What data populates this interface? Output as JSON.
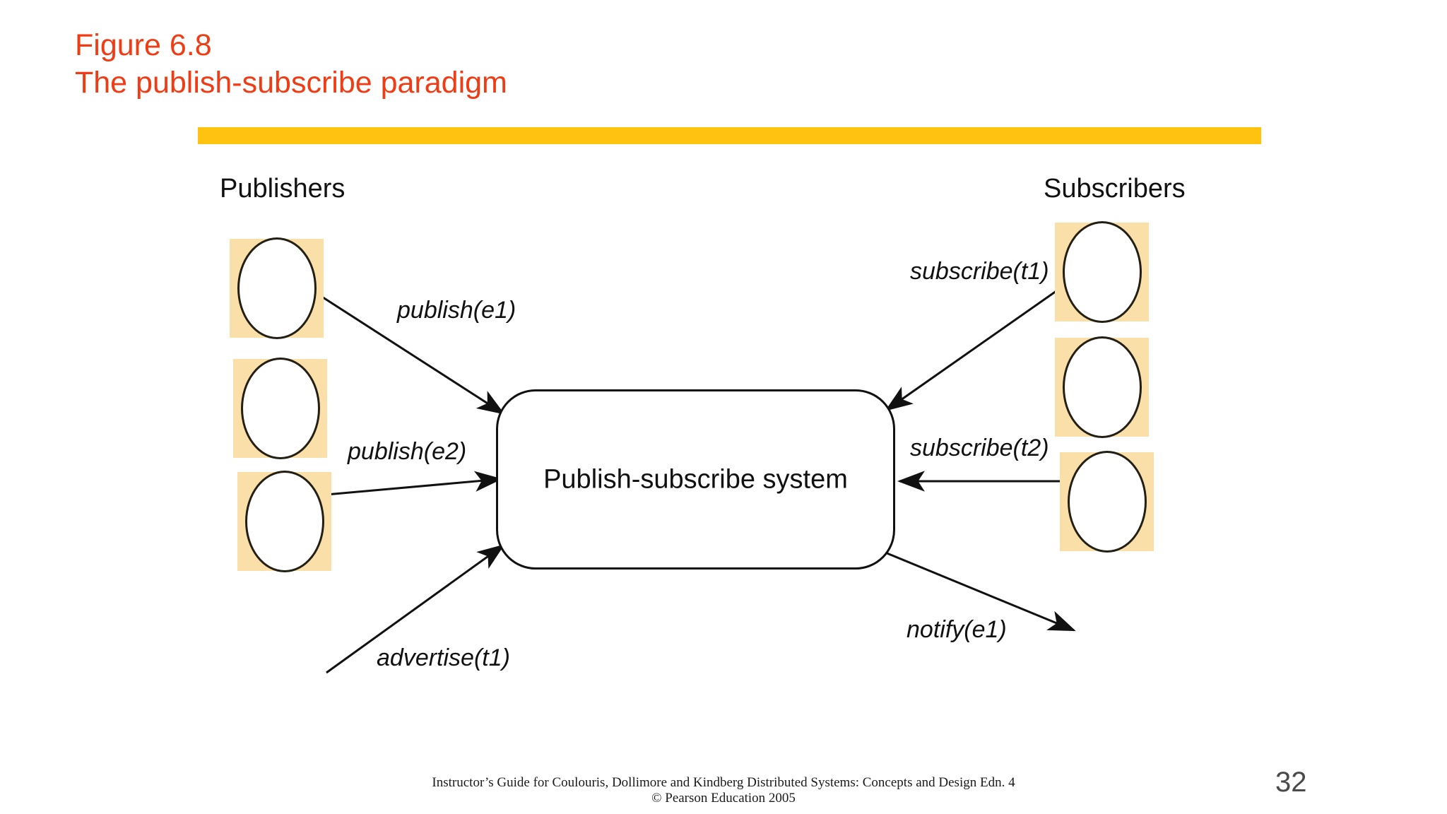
{
  "slide": {
    "title_line_1": "Figure 6.8",
    "title_line_2": "The publish-subscribe paradigm",
    "title_color": "#F03C14",
    "accent_bar_color": "#FFC20E",
    "node_fill_color": "#FADFA9",
    "page_number": "32"
  },
  "diagram": {
    "heading_left": "Publishers",
    "heading_right": "Subscribers",
    "system_label": "Publish-subscribe system",
    "edges": [
      {
        "id": "publish-e1",
        "label": "publish(e1)",
        "from": "publisher-1",
        "to": "system",
        "direction": "to-system"
      },
      {
        "id": "publish-e2",
        "label": "publish(e2)",
        "from": "publisher-2",
        "to": "system",
        "direction": "to-system"
      },
      {
        "id": "advertise-t1",
        "label": "advertise(t1)",
        "from": "publisher-3",
        "to": "system",
        "direction": "to-system"
      },
      {
        "id": "subscribe-t1",
        "label": "subscribe(t1)",
        "from": "subscriber-1",
        "to": "system",
        "direction": "to-system"
      },
      {
        "id": "subscribe-t2",
        "label": "subscribe(t2)",
        "from": "subscriber-2",
        "to": "system",
        "direction": "to-system"
      },
      {
        "id": "notify-e1",
        "label": "notify(e1)",
        "from": "system",
        "to": "subscriber-3",
        "direction": "from-system"
      }
    ],
    "publishers": [
      {
        "id": "publisher-1",
        "label": ""
      },
      {
        "id": "publisher-2",
        "label": ""
      },
      {
        "id": "publisher-3",
        "label": ""
      }
    ],
    "subscribers": [
      {
        "id": "subscriber-1",
        "label": ""
      },
      {
        "id": "subscriber-2",
        "label": ""
      },
      {
        "id": "subscriber-3",
        "label": ""
      }
    ]
  },
  "footer": {
    "line_1": "Instructor’s Guide for  Coulouris, Dollimore and Kindberg   Distributed Systems: Concepts and Design   Edn. 4",
    "line_2": "©  Pearson Education 2005"
  }
}
